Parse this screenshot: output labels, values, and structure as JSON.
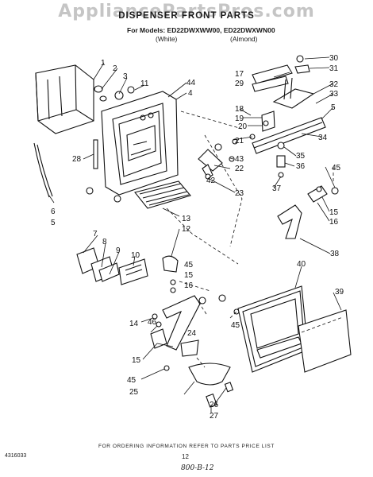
{
  "watermark": "AppliancePartsPros.com",
  "title": "DISPENSER FRONT PARTS",
  "models": "For Models: ED22DWXWW00, ED22DWXWN00",
  "variants": [
    "(White)",
    "(Almond)"
  ],
  "callouts": [
    "1",
    "2",
    "3",
    "11",
    "44",
    "4",
    "5",
    "6",
    "28",
    "13",
    "12",
    "7",
    "8",
    "9",
    "10",
    "45",
    "15",
    "16",
    "14",
    "46",
    "24",
    "25",
    "17",
    "29",
    "30",
    "31",
    "32",
    "33",
    "18",
    "19",
    "20",
    "21",
    "22",
    "23",
    "43",
    "42",
    "34",
    "35",
    "36",
    "37",
    "38",
    "40",
    "39",
    "26",
    "27"
  ],
  "footer": "FOR ORDERING INFORMATION REFER TO PARTS PRICE LIST",
  "part_number": "4316033",
  "page_number": "12",
  "handwritten": "800-B-12"
}
